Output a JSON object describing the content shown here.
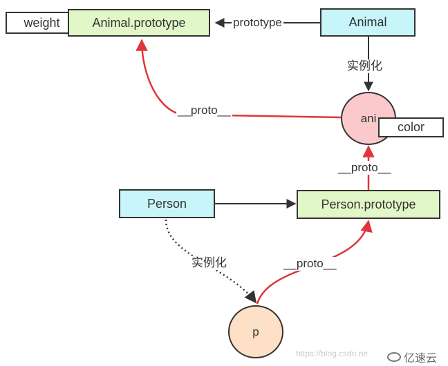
{
  "nodes": {
    "weight": "weight",
    "animal_prototype": "Animal.prototype",
    "animal": "Animal",
    "ani": "ani",
    "color": "color",
    "person": "Person",
    "person_prototype": "Person.prototype",
    "p": "p"
  },
  "edge_labels": {
    "prototype": "prototype",
    "instantiate_top": "实例化",
    "proto_ani": "__proto__",
    "proto_person_proto": "__proto__",
    "instantiate_bottom": "实例化",
    "proto_p": "__proto__"
  },
  "watermark": "https://blog.csdn.ne",
  "logo_text": "亿速云",
  "colors": {
    "cyan_fill": "#c8f5fa",
    "green_fill": "#e2f7c8",
    "pink_fill": "#fbc9cc",
    "peach_fill": "#fde0c6",
    "proto_arrow": "#e0353a",
    "line": "#333333"
  }
}
